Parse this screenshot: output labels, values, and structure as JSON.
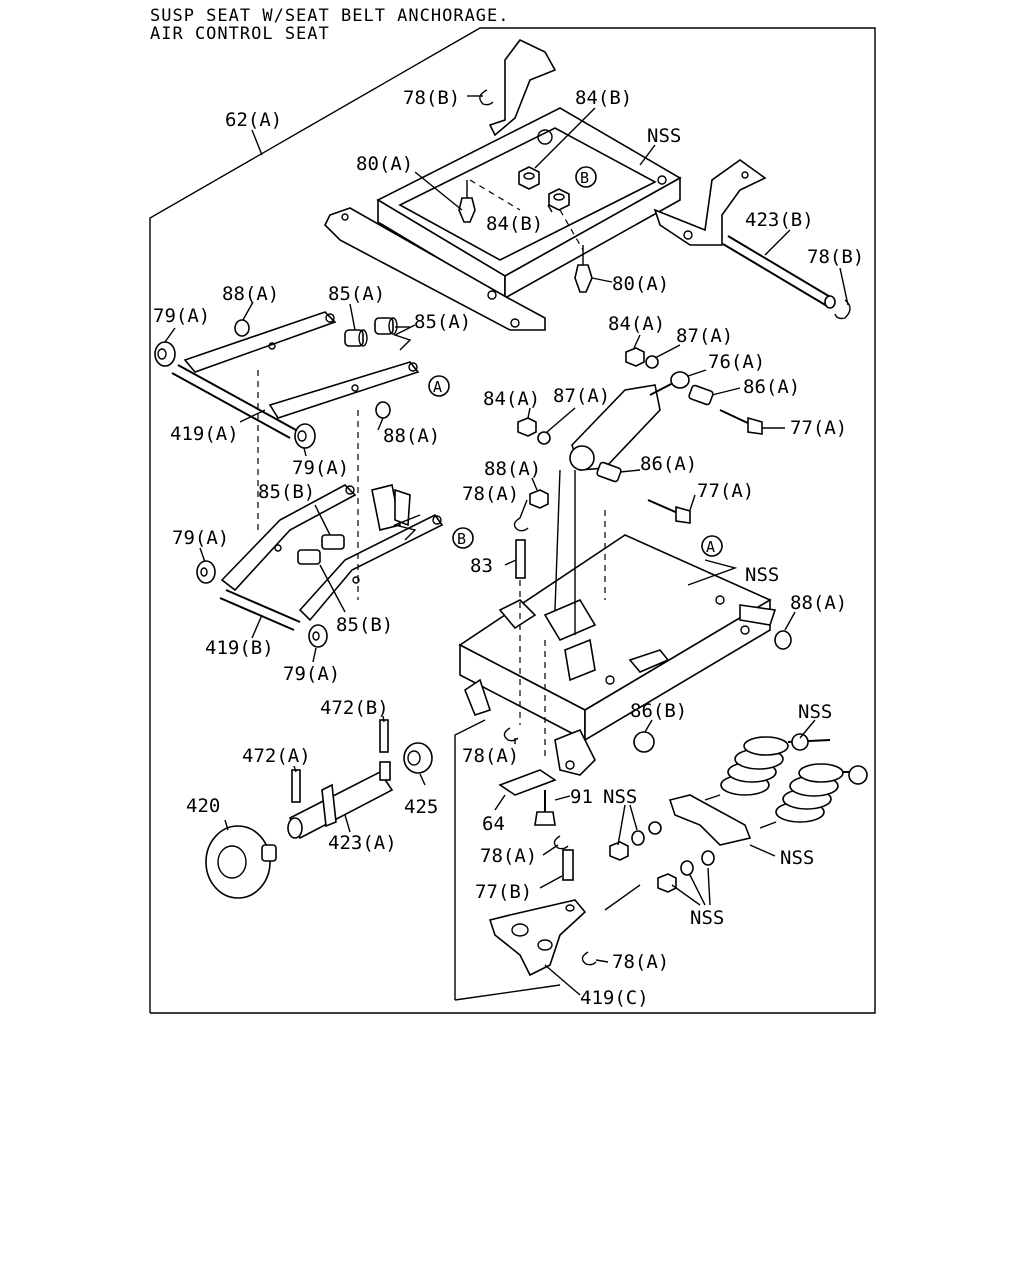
{
  "header": {
    "line1": "SUSP SEAT W/SEAT BELT ANCHORAGE.",
    "line2": "AIR CONTROL SEAT"
  },
  "callouts": {
    "c62a": "62(A)",
    "c78b_top": "78(B)",
    "c84b_top": "84(B)",
    "c_nss_top": "NSS",
    "c80a_top": "80(A)",
    "c84b_mid": "84(B)",
    "c423b": "423(B)",
    "c78b_right": "78(B)",
    "c80a_mid": "80(A)",
    "c88a_top": "88(A)",
    "c85a_1": "85(A)",
    "c85a_2": "85(A)",
    "c79a_1": "79(A)",
    "c84a_1": "84(A)",
    "c87a_1": "87(A)",
    "c76a": "76(A)",
    "c86a_1": "86(A)",
    "c84a_2": "84(A)",
    "c87a_2": "87(A)",
    "c77a_1": "77(A)",
    "c419a": "419(A)",
    "c88a_mid": "88(A)",
    "c79a_2": "79(A)",
    "c88a_3": "88(A)",
    "c86a_2": "86(A)",
    "c78a_1": "78(A)",
    "c77a_2": "77(A)",
    "c85b_1": "85(B)",
    "c79a_3": "79(A)",
    "c83": "83",
    "c_nss_mid": "NSS",
    "c88a_4": "88(A)",
    "c85b_2": "85(B)",
    "c419b": "419(B)",
    "c79a_4": "79(A)",
    "c472b": "472(B)",
    "c86b": "86(B)",
    "c_nss_spring": "NSS",
    "c472a": "472(A)",
    "c78a_2": "78(A)",
    "c420": "420",
    "c425": "425",
    "c91": "91",
    "c_nss_arm": "NSS",
    "c64": "64",
    "c423a": "423(A)",
    "c_nss_r2": "NSS",
    "c78a_3": "78(A)",
    "c77b": "77(B)",
    "c_nss_bot": "NSS",
    "c78a_4": "78(A)",
    "c419c": "419(C)"
  },
  "markers": {
    "b_top": "B",
    "b_left": "B",
    "a_upper": "A",
    "a_lower": "A"
  }
}
